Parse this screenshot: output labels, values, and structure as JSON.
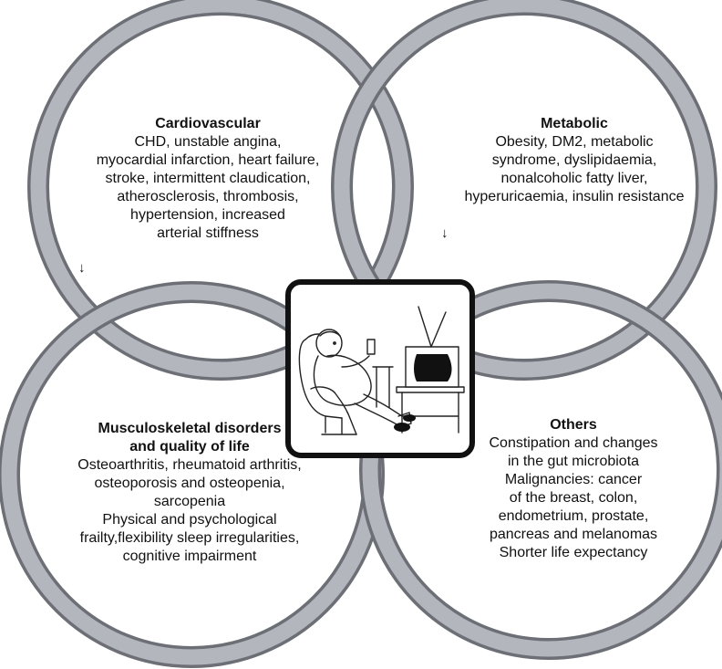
{
  "blocks": {
    "cardiovascular": {
      "title": "Cardiovascular",
      "lines": [
        "CHD, unstable angina,",
        "myocardial infarction, heart failure,",
        "stroke, intermittent claudication,",
        "atherosclerosis, thrombosis,",
        "hypertension, increased",
        "arterial stiffness"
      ]
    },
    "metabolic": {
      "title": "Metabolic",
      "lines": [
        "Obesity, DM2, metabolic",
        "syndrome, dyslipidaemia,",
        "nonalcoholic fatty liver,",
        "hyperuricaemia, insulin resistance"
      ]
    },
    "musculoskeletal": {
      "title_lines": [
        "Musculoskeletal disorders",
        "and quality of life"
      ],
      "lines": [
        "Osteoarthritis, rheumatoid arthritis,",
        "osteoporosis and osteopenia,",
        "sarcopenia",
        "Physical and psychological",
        "frailty,flexibility sleep irregularities,",
        "cognitive impairment"
      ]
    },
    "others": {
      "title": "Others",
      "lines": [
        "Constipation and changes",
        "in the gut microbiota",
        "Malignancies: cancer",
        "of the breast, colon,",
        "endometrium, prostate,",
        "pancreas and melanomas",
        "Shorter life expectancy"
      ]
    }
  },
  "arrows": {
    "left": "↓",
    "right": "↓"
  },
  "colors": {
    "ring_outer": "#6d6f76",
    "ring_fill": "#b4b6bd",
    "frame": "#111111"
  },
  "icons": {
    "center": "person-on-armchair-watching-tv-icon"
  }
}
